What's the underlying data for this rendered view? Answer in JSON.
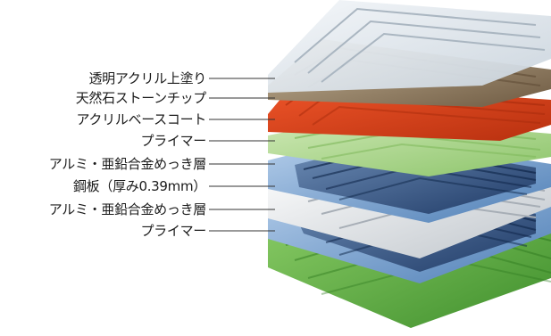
{
  "layers": [
    {
      "label": "透明アクリル上塗り",
      "color": "#dfe6ec"
    },
    {
      "label": "天然石ストーンチップ",
      "color": "#8b7355"
    },
    {
      "label": "アクリルベースコート",
      "color": "#d9401c"
    },
    {
      "label": "プライマー",
      "color": "#9fd27a"
    },
    {
      "label": "アルミ・亜鉛合金めっき層",
      "color": "#8fb4dc"
    },
    {
      "label": "鋼板（厚み0.39mm）",
      "color": "#eeeeee"
    },
    {
      "label": "アルミ・亜鉛合金めっき層",
      "color": "#8fb4dc"
    },
    {
      "label": "プライマー",
      "color": "#6dbb4a"
    }
  ]
}
